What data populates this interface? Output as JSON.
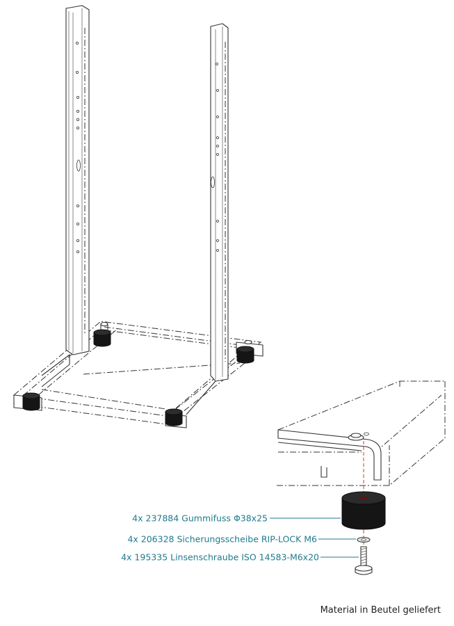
{
  "callouts": [
    {
      "id": "rubber-foot",
      "text": "4x 237884 Gummifuss Φ38x25"
    },
    {
      "id": "lock-washer",
      "text": "4x 206328 Sicherungsscheibe RIP-LOCK M6"
    },
    {
      "id": "pan-screw",
      "text": "4x 195335 Linsenschraube ISO 14583-M6x20"
    }
  ],
  "footer": {
    "note": "Material in Beutel geliefert"
  },
  "colors": {
    "callout": "#1f7a8c",
    "axis": "#d9342b",
    "line": "#333333",
    "rubber": "#151515"
  }
}
